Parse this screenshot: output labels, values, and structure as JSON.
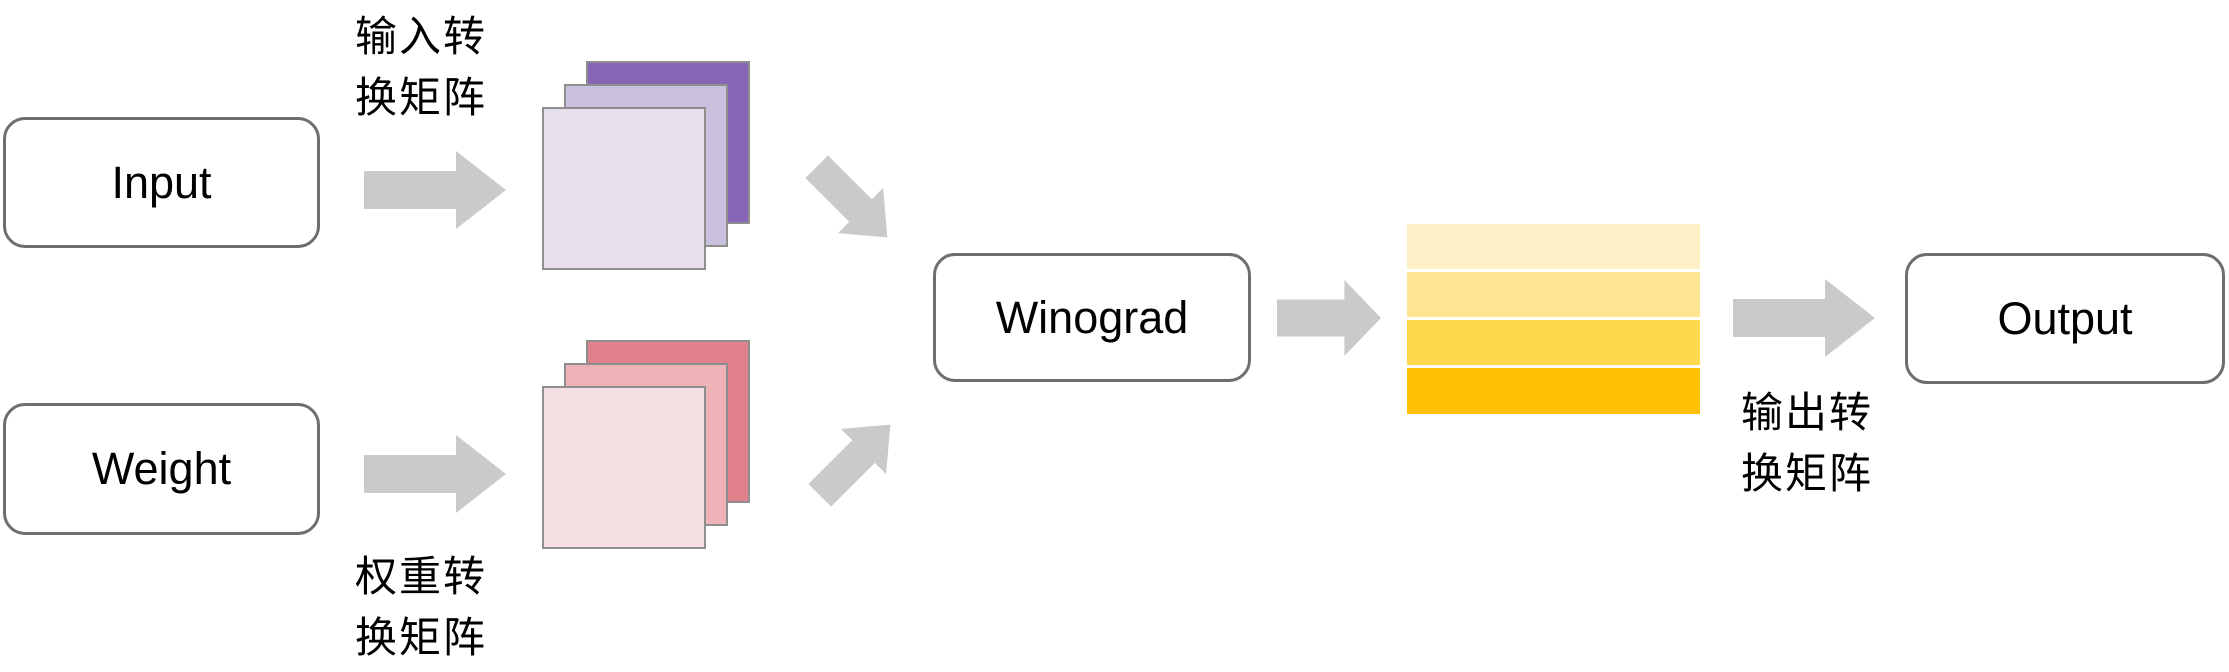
{
  "nodes": {
    "input": {
      "label": "Input"
    },
    "weight": {
      "label": "Weight"
    },
    "winograd": {
      "label": "Winograd"
    },
    "output": {
      "label": "Output"
    }
  },
  "labels": {
    "input_transform": {
      "lines": [
        "输入转",
        "换矩阵"
      ]
    },
    "weight_transform": {
      "lines": [
        "权重转",
        "换矩阵"
      ]
    },
    "output_transform": {
      "lines": [
        "输出转",
        "换矩阵"
      ]
    }
  },
  "stacks": {
    "input_matrices": {
      "sheet_colors_back_to_front": [
        "#8865B7",
        "#C8C0DC",
        "#E8DFED"
      ]
    },
    "weight_matrices": {
      "sheet_colors_back_to_front": [
        "#E0818D",
        "#EEB3B7",
        "#F6DFE2"
      ]
    }
  },
  "bars": {
    "output_matrix_colors_top_to_bottom": [
      "#FEF0C7",
      "#FFE591",
      "#FFD94C",
      "#FFC005"
    ]
  },
  "colors": {
    "arrow": "#CACACA",
    "node_border": "#6E6E6E",
    "sheet_border": "#8E8E8E",
    "text": "#000000",
    "background": "#FFFFFF"
  }
}
